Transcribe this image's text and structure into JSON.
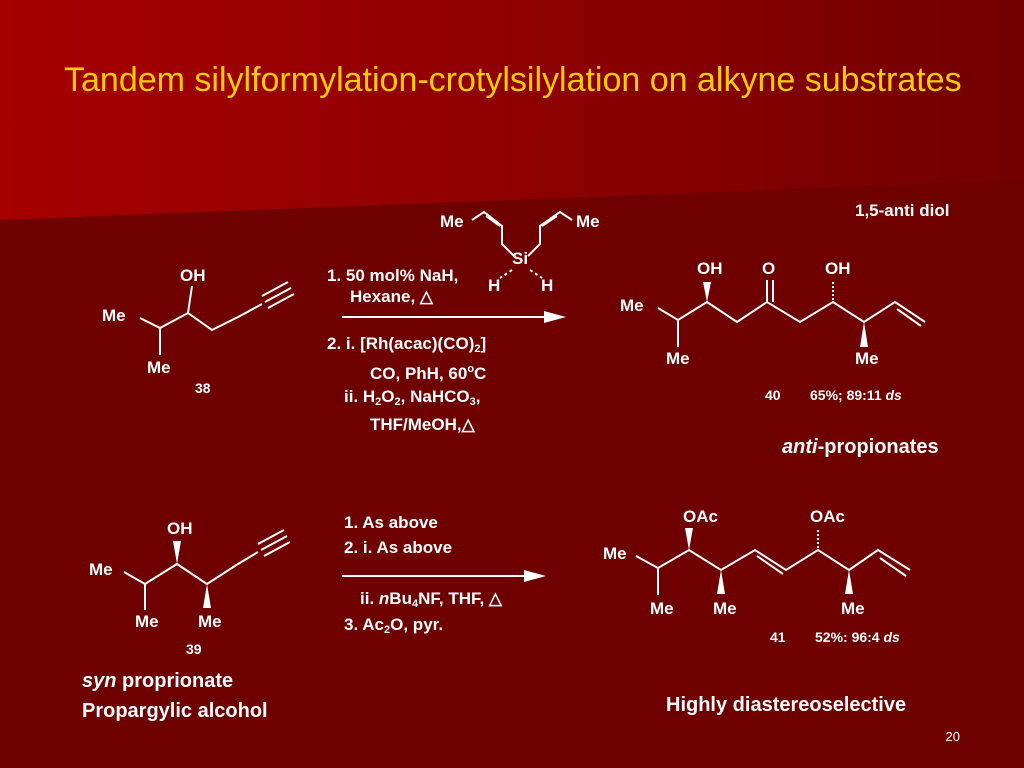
{
  "slide": {
    "title": "Tandem silylformylation-crotylsilylation on alkyne substrates",
    "page_number": "20",
    "colors": {
      "background": "#6e0000",
      "title": "#ffcc00",
      "text": "#ffffff"
    }
  },
  "reagent_si": {
    "me_left": "Me",
    "me_right": "Me",
    "si": "Si",
    "h_left": "H",
    "h_right": "H"
  },
  "top": {
    "sm": {
      "oh": "OH",
      "me_top": "Me",
      "me_bottom": "Me",
      "number": "38"
    },
    "conditions": {
      "line1": "1. 50 mol% NaH,",
      "line2": "Hexane, △",
      "line3_a": "2. i. [Rh(acac)(CO)",
      "line3_sub": "2",
      "line3_b": "]",
      "line4_a": "CO, PhH, 60",
      "line4_sup": "o",
      "line4_b": "C",
      "line5_a": "ii. H",
      "line5_sub1": "2",
      "line5_b": "O",
      "line5_sub2": "2",
      "line5_c": ", NaHCO",
      "line5_sub3": "3",
      "line5_d": ",",
      "line6": "THF/MeOH,△"
    },
    "product": {
      "oh1": "OH",
      "o": "O",
      "oh2": "OH",
      "me_left": "Me",
      "me_b1": "Me",
      "me_b2": "Me",
      "number": "40",
      "yield": "65%; 89:11",
      "ds": "ds"
    },
    "note1": "1,5-anti diol",
    "note2_italic": "anti",
    "note2_rest": "-propionates"
  },
  "bottom": {
    "sm": {
      "oh": "OH",
      "me_left": "Me",
      "me_b1": "Me",
      "me_b2": "Me",
      "number": "39"
    },
    "conditions": {
      "line1": "1. As above",
      "line2": "2. i. As above",
      "line3_a": "ii. ",
      "line3_n": "n",
      "line3_b": "Bu",
      "line3_sub": "4",
      "line3_c": "NF, THF, △",
      "line4_a": "3. Ac",
      "line4_sub": "2",
      "line4_b": "O, pyr."
    },
    "product": {
      "oac1": "OAc",
      "oac2": "OAc",
      "me_left": "Me",
      "me_b1": "Me",
      "me_b2": "Me",
      "me_b3": "Me",
      "number": "41",
      "yield": "52%: 96:4",
      "ds": "ds"
    },
    "note_syn_italic": "syn",
    "note_syn_rest": " proprionate",
    "note_propargylic": "Propargylic alcohol",
    "note_highly": "Highly diastereoselective"
  }
}
